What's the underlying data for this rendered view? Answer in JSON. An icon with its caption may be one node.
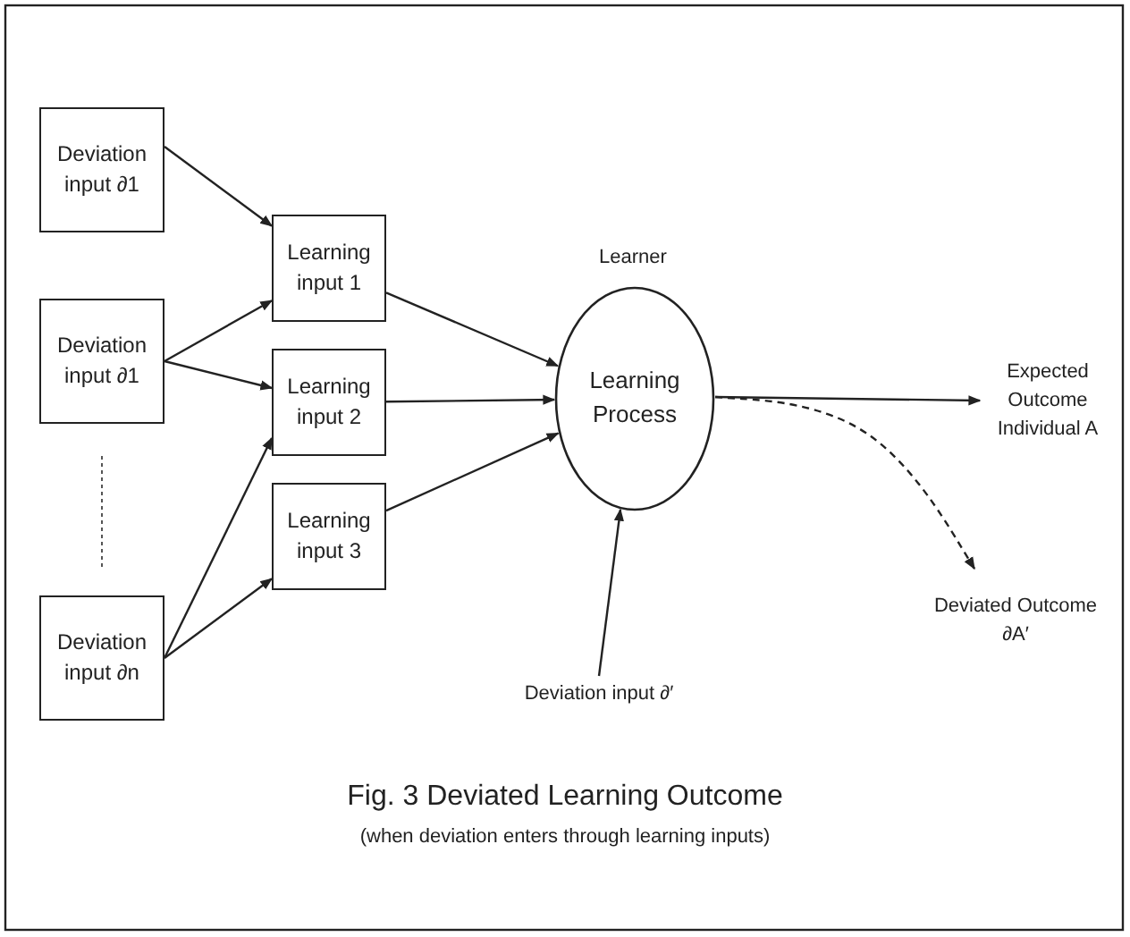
{
  "diagram": {
    "title": "Fig. 3 Deviated Learning Outcome",
    "caption": "(when deviation enters through learning inputs)",
    "nodes": [
      {
        "text": [
          "Deviation input ∂1"
        ]
      },
      {
        "text": [
          "Deviation input ∂1"
        ]
      },
      {
        "text": [
          "Deviation input ∂n"
        ]
      },
      {
        "text": [
          "Learning input 1"
        ]
      },
      {
        "text": [
          "Learning input 2"
        ]
      },
      {
        "text": [
          "Learning input 3"
        ]
      },
      {
        "text": [
          "Learning Process"
        ],
        "beside": [
          "Learner"
        ]
      },
      {
        "text": [
          "Deviation input ∂′"
        ]
      },
      {
        "text": [
          "Expected Outcome Individual A"
        ]
      },
      {
        "text": [
          "Deviated Outcome ∂A′"
        ]
      }
    ],
    "edges": [
      {
        "from": 0,
        "to": 3,
        "arrow": "to"
      },
      {
        "from": 1,
        "to": 3,
        "arrow": "to"
      },
      {
        "from": 1,
        "to": 4,
        "arrow": "to"
      },
      {
        "from": 2,
        "to": 4,
        "arrow": "to"
      },
      {
        "from": 2,
        "to": 5,
        "arrow": "to"
      },
      {
        "from": 3,
        "to": 6,
        "arrow": "to"
      },
      {
        "from": 4,
        "to": 6,
        "arrow": "to"
      },
      {
        "from": 5,
        "to": 6,
        "arrow": "to"
      },
      {
        "from": 7,
        "to": 6,
        "arrow": "to"
      },
      {
        "from": 6,
        "to": 8,
        "arrow": "to"
      },
      {
        "from": 6,
        "to": 9,
        "arrow": "to",
        "style": "dashed"
      }
    ]
  }
}
